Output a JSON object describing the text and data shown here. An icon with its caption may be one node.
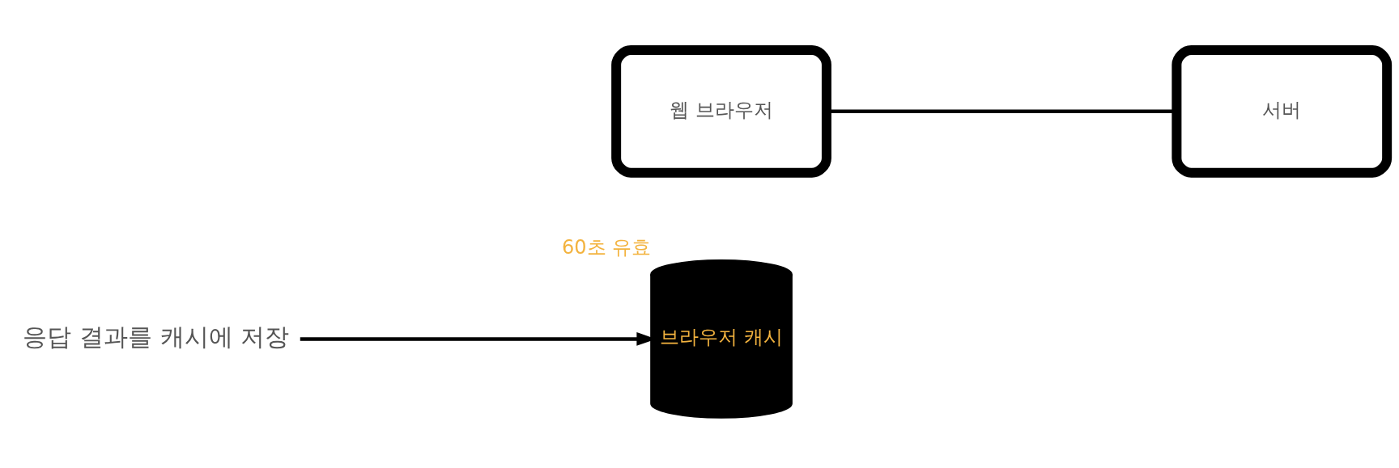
{
  "diagram": {
    "nodes": [
      {
        "text": [
          "웹 브라우저"
        ]
      },
      {
        "text": [
          "서버"
        ]
      },
      {
        "text": [
          "브라우저 캐시"
        ],
        "beside": [
          "60초 유효"
        ]
      },
      {
        "text": [
          "응답 결과를 캐시에 저장"
        ]
      }
    ],
    "edges": [
      {
        "from": 0,
        "to": 1,
        "arrow": "none"
      },
      {
        "from": 3,
        "to": 2,
        "arrow": "to"
      }
    ]
  }
}
